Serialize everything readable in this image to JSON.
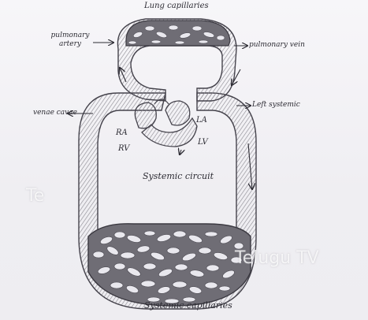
{
  "labels": {
    "lung_capillaries": "Lung capillaries",
    "pulmonary_artery": "pulmonary artery",
    "pulmonary_vein": "pulmonary vein",
    "venae_cavae": "venae cavae",
    "left_systemic": "Left systemic",
    "ra": "RA",
    "rv": "RV",
    "la": "LA",
    "lv": "LV",
    "systemic_circuit": "Systemic circuit",
    "systemic_capillaries": "Systemic capillaries"
  },
  "watermark": {
    "left_fragment": "Te",
    "right_text": "Telugu TV"
  }
}
